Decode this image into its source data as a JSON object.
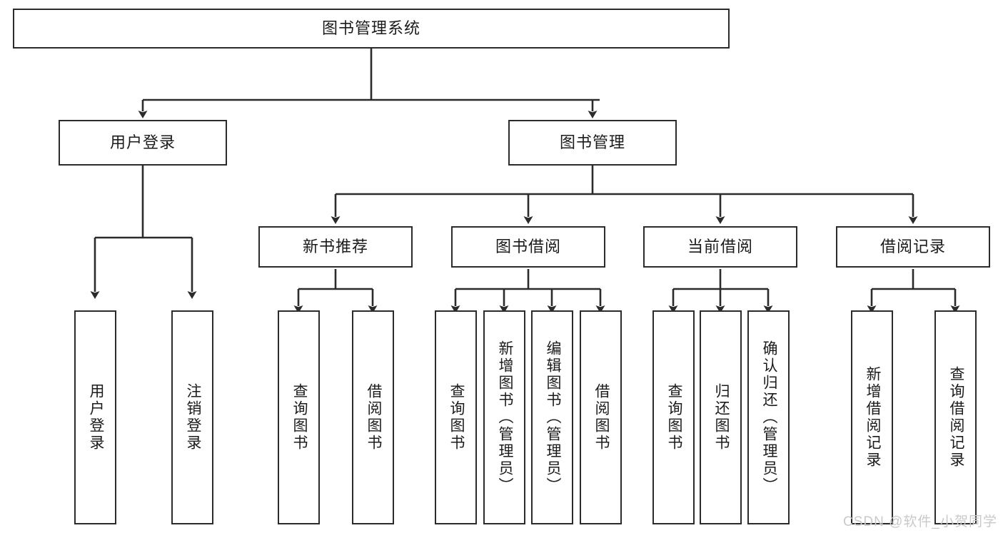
{
  "diagram": {
    "title": "图书管理系统",
    "type": "tree",
    "watermark": "CSDN @软件_小贺同学",
    "colors": {
      "box_border": "#2b2b2b",
      "box_fill": "#ffffff",
      "connector": "#2b2b2b",
      "text": "#1b1b1b",
      "watermark": "#c9c9c9",
      "background": "#ffffff"
    },
    "root": {
      "label": "图书管理系统"
    },
    "level1": [
      {
        "label": "用户登录"
      },
      {
        "label": "图书管理"
      }
    ],
    "level2": [
      {
        "label": "新书推荐"
      },
      {
        "label": "图书借阅"
      },
      {
        "label": "当前借阅"
      },
      {
        "label": "借阅记录"
      }
    ],
    "leaves": {
      "user_login": [
        {
          "label": "用户登录"
        },
        {
          "label": "注销登录"
        }
      ],
      "new_book_recommend": [
        {
          "label": "查询图书"
        },
        {
          "label": "借阅图书"
        }
      ],
      "book_borrow": [
        {
          "label": "查询图书"
        },
        {
          "label": "新增图书（管理员）"
        },
        {
          "label": "编辑图书（管理员）"
        },
        {
          "label": "借阅图书"
        }
      ],
      "current_borrow": [
        {
          "label": "查询图书"
        },
        {
          "label": "归还图书"
        },
        {
          "label": "确认归还（管理员）"
        }
      ],
      "borrow_record": [
        {
          "label": "新增借阅记录"
        },
        {
          "label": "查询借阅记录"
        }
      ]
    }
  }
}
